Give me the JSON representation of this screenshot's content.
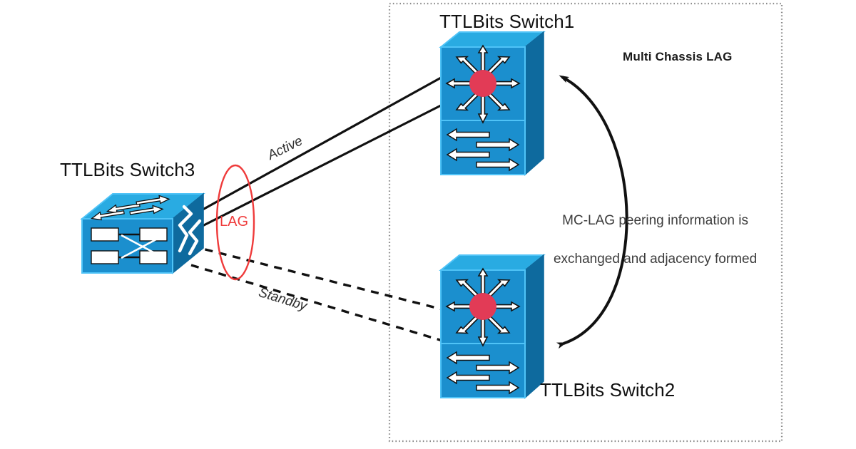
{
  "diagram": {
    "title_note": "Multi Chassis LAG topology",
    "background_color": "#ffffff"
  },
  "group_box": {
    "label": "Multi Chassis LAG",
    "border_style": "dotted",
    "border_color": "#8a8a8a"
  },
  "nodes": [
    {
      "id": "switch1",
      "label": "TTLBits Switch1",
      "type": "chassis-switch",
      "label_position": "top"
    },
    {
      "id": "switch2",
      "label": "TTLBits Switch2",
      "type": "chassis-switch",
      "label_position": "right-bottom"
    },
    {
      "id": "switch3",
      "label": "TTLBits Switch3",
      "type": "workgroup-switch",
      "label_position": "top"
    }
  ],
  "links": [
    {
      "id": "active-link",
      "label": "Active",
      "style": "solid",
      "from": "switch3",
      "to": "switch1",
      "count": 2
    },
    {
      "id": "standby-link",
      "label": "Standby",
      "style": "dashed",
      "from": "switch3",
      "to": "switch2",
      "count": 2
    }
  ],
  "lag_marker": {
    "label": "LAG",
    "shape": "ellipse",
    "color": "#ef3b3b"
  },
  "peering": {
    "note_line1": "MC-LAG peering information is",
    "note_line2": "exchanged and adjacency formed",
    "arrow_type": "double-headed-curve",
    "arrow_color": "#111111"
  },
  "colors": {
    "switch_top": "#29abe2",
    "switch_front": "#1b8fce",
    "switch_side": "#0e6a9e",
    "switch_outline": "#4fc3f7",
    "center_dot": "#e23b56",
    "arrow_fill": "#ffffff",
    "arrow_stroke": "#111111",
    "link_color": "#111111",
    "lag_red": "#ef3b3b",
    "group_border": "#8a8a8a"
  }
}
